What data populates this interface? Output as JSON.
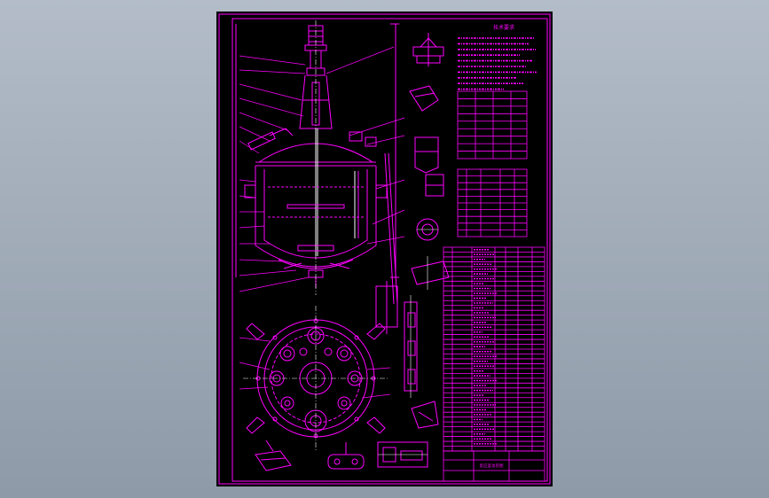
{
  "viewer": {
    "background_top": "#b3bcc8",
    "background_bottom": "#8e9aa8"
  },
  "drawing": {
    "sheet_color": "#000000",
    "line_color": "#ff00ff",
    "accent_color": "#ffffff",
    "tech_requirements_title": "技术要求",
    "text_block_style": "illegible-at-resolution",
    "parts_list_rows": 42,
    "nozzle_table_rows": 10,
    "design_data_rows": 9,
    "title_block_name": "反应釜总装图"
  }
}
